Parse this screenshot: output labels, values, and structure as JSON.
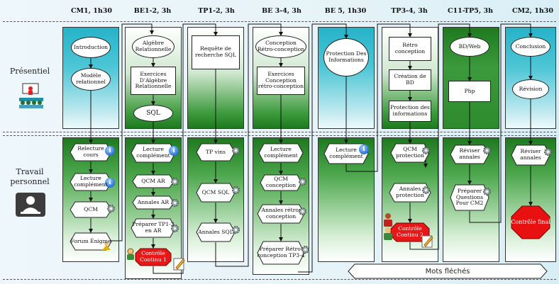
{
  "rows": {
    "presentiel": "Présentiel",
    "travail": "Travail personnel"
  },
  "columns": [
    {
      "title": "CM1, 1h30"
    },
    {
      "title": "BE1-2, 3h"
    },
    {
      "title": "TP1-2, 3h"
    },
    {
      "title": "BE 3-4, 3h"
    },
    {
      "title": "BE 5, 1h30"
    },
    {
      "title": "TP3-4, 3h"
    },
    {
      "title": "C11-TP5, 3h"
    },
    {
      "title": "CM2, 1h30"
    }
  ],
  "nodes": {
    "introduction": "Introduction",
    "modele": "Modèle relationnel",
    "algebre": "Algèbre Relationnelle",
    "exercices_algebre": "Exercices D'Algèbre Relationnelle",
    "sql": "SQL",
    "requete": "Requête de recherche SQL",
    "conception": "Conception Rétro-conception",
    "exercices_conception": "Exercices Conception rétro-conception",
    "protection": "Protection Des Informations",
    "retro": "Rétro conception",
    "creation_bd": "Création de BD",
    "protection_info": "Protection des informations",
    "bd_web": "BD/Web",
    "php": "Php",
    "conclusion": "Conclusion",
    "revision": "Révision",
    "relecture": "Relecture cours",
    "lecture_c1": "Lecture complément",
    "qcm1": "QCM",
    "forum": "Forum Énigme",
    "lecture_c2": "Lecture complément",
    "qcm_ar": "QCM AR",
    "annales_ar": "Annales AR",
    "preparer_tp12": "Préparer TP1-2 en AR",
    "controle1": "Contrôle Continu 1",
    "tp_vins": "TP vins",
    "qcm_sql": "QCM SQL",
    "annales_sql": "Annales SQL",
    "lecture_c3": "Lecture complément",
    "qcm_conception": "QCM conception",
    "annales_retro": "Annales rétro-conception",
    "preparer_tp34": "Préparer Rétro-conception TP3-4",
    "lecture_c4": "Lecture complément",
    "qcm_protection": "QCM protection",
    "annales_protection": "Annales protection",
    "controle2": "Contrôle Continu 2",
    "reviser_annales1": "Réviser annales",
    "preparer_questions": "Préparer Questions Pour CM2",
    "reviser_annales2": "Réviser annales",
    "controle_final": "Contrôle final"
  },
  "banner": "Mots fléchés",
  "icons": {
    "teacher": "teacher-classroom-icon",
    "student": "student-computer-icon",
    "gear": "gear-icon",
    "info": "info-icon",
    "pencil": "pencil-icon",
    "people": "people-icon"
  },
  "colors": {
    "presentiel_cyan": "#26b3c9",
    "green": "#3d9a3d",
    "final_red": "#e81010"
  }
}
